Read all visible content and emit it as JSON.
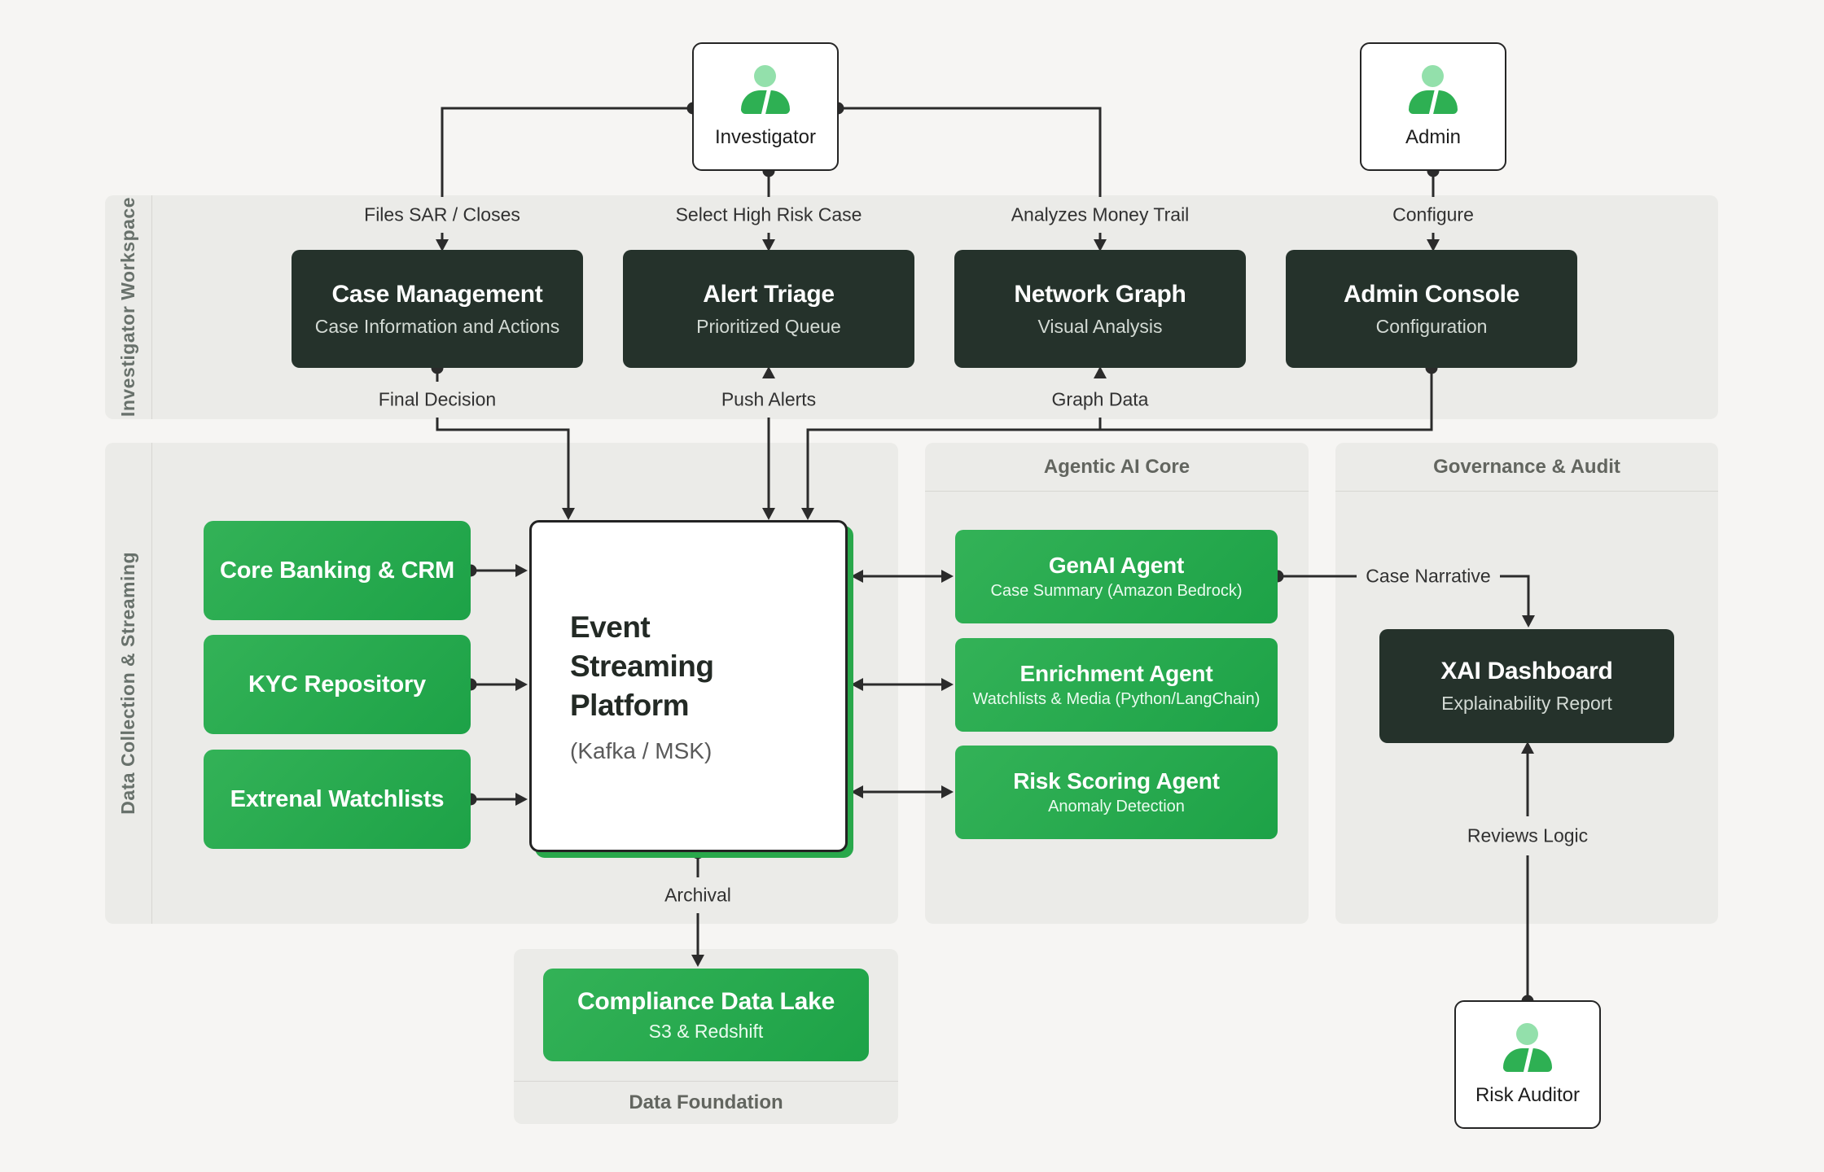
{
  "diagram": {
    "actors": {
      "investigator": "Investigator",
      "admin": "Admin",
      "risk_auditor": "Risk Auditor"
    },
    "lanes": {
      "investigator_workspace": "Investigator Workspace",
      "data_collection": "Data Collection & Streaming",
      "agentic_ai_core": "Agentic AI Core",
      "governance_audit": "Governance & Audit",
      "data_foundation": "Data Foundation"
    },
    "nodes": {
      "case_management": {
        "title": "Case Management",
        "subtitle": "Case Information and Actions"
      },
      "alert_triage": {
        "title": "Alert Triage",
        "subtitle": "Prioritized Queue"
      },
      "network_graph": {
        "title": "Network Graph",
        "subtitle": "Visual Analysis"
      },
      "admin_console": {
        "title": "Admin Console",
        "subtitle": "Configuration"
      },
      "core_banking": {
        "title": "Core Banking & CRM"
      },
      "kyc_repository": {
        "title": "KYC Repository"
      },
      "external_watchlists": {
        "title": "Extrenal Watchlists"
      },
      "event_streaming": {
        "title": "Event Streaming Platform",
        "subtitle": "(Kafka / MSK)"
      },
      "genai_agent": {
        "title": "GenAI Agent",
        "subtitle": "Case Summary (Amazon Bedrock)"
      },
      "enrichment_agent": {
        "title": "Enrichment Agent",
        "subtitle": "Watchlists & Media (Python/LangChain)"
      },
      "risk_scoring_agent": {
        "title": "Risk Scoring Agent",
        "subtitle": "Anomaly Detection"
      },
      "xai_dashboard": {
        "title": "XAI Dashboard",
        "subtitle": "Explainability Report"
      },
      "compliance_data_lake": {
        "title": "Compliance Data Lake",
        "subtitle": "S3 & Redshift"
      }
    },
    "edge_labels": {
      "files_sar": "Files SAR / Closes",
      "select_high_risk": "Select High Risk Case",
      "analyzes_money_trail": "Analyzes Money Trail",
      "configure": "Configure",
      "final_decision": "Final Decision",
      "push_alerts": "Push Alerts",
      "graph_data": "Graph Data",
      "case_narrative": "Case Narrative",
      "reviews_logic": "Reviews Logic",
      "archival": "Archival"
    },
    "colors": {
      "accent_green": "#27ae4f",
      "light_green": "#93e0ab",
      "dark_node": "#25322b",
      "line": "#2b2b2b",
      "lane_bg": "#ebebe8",
      "page_bg": "#f6f5f3"
    }
  }
}
